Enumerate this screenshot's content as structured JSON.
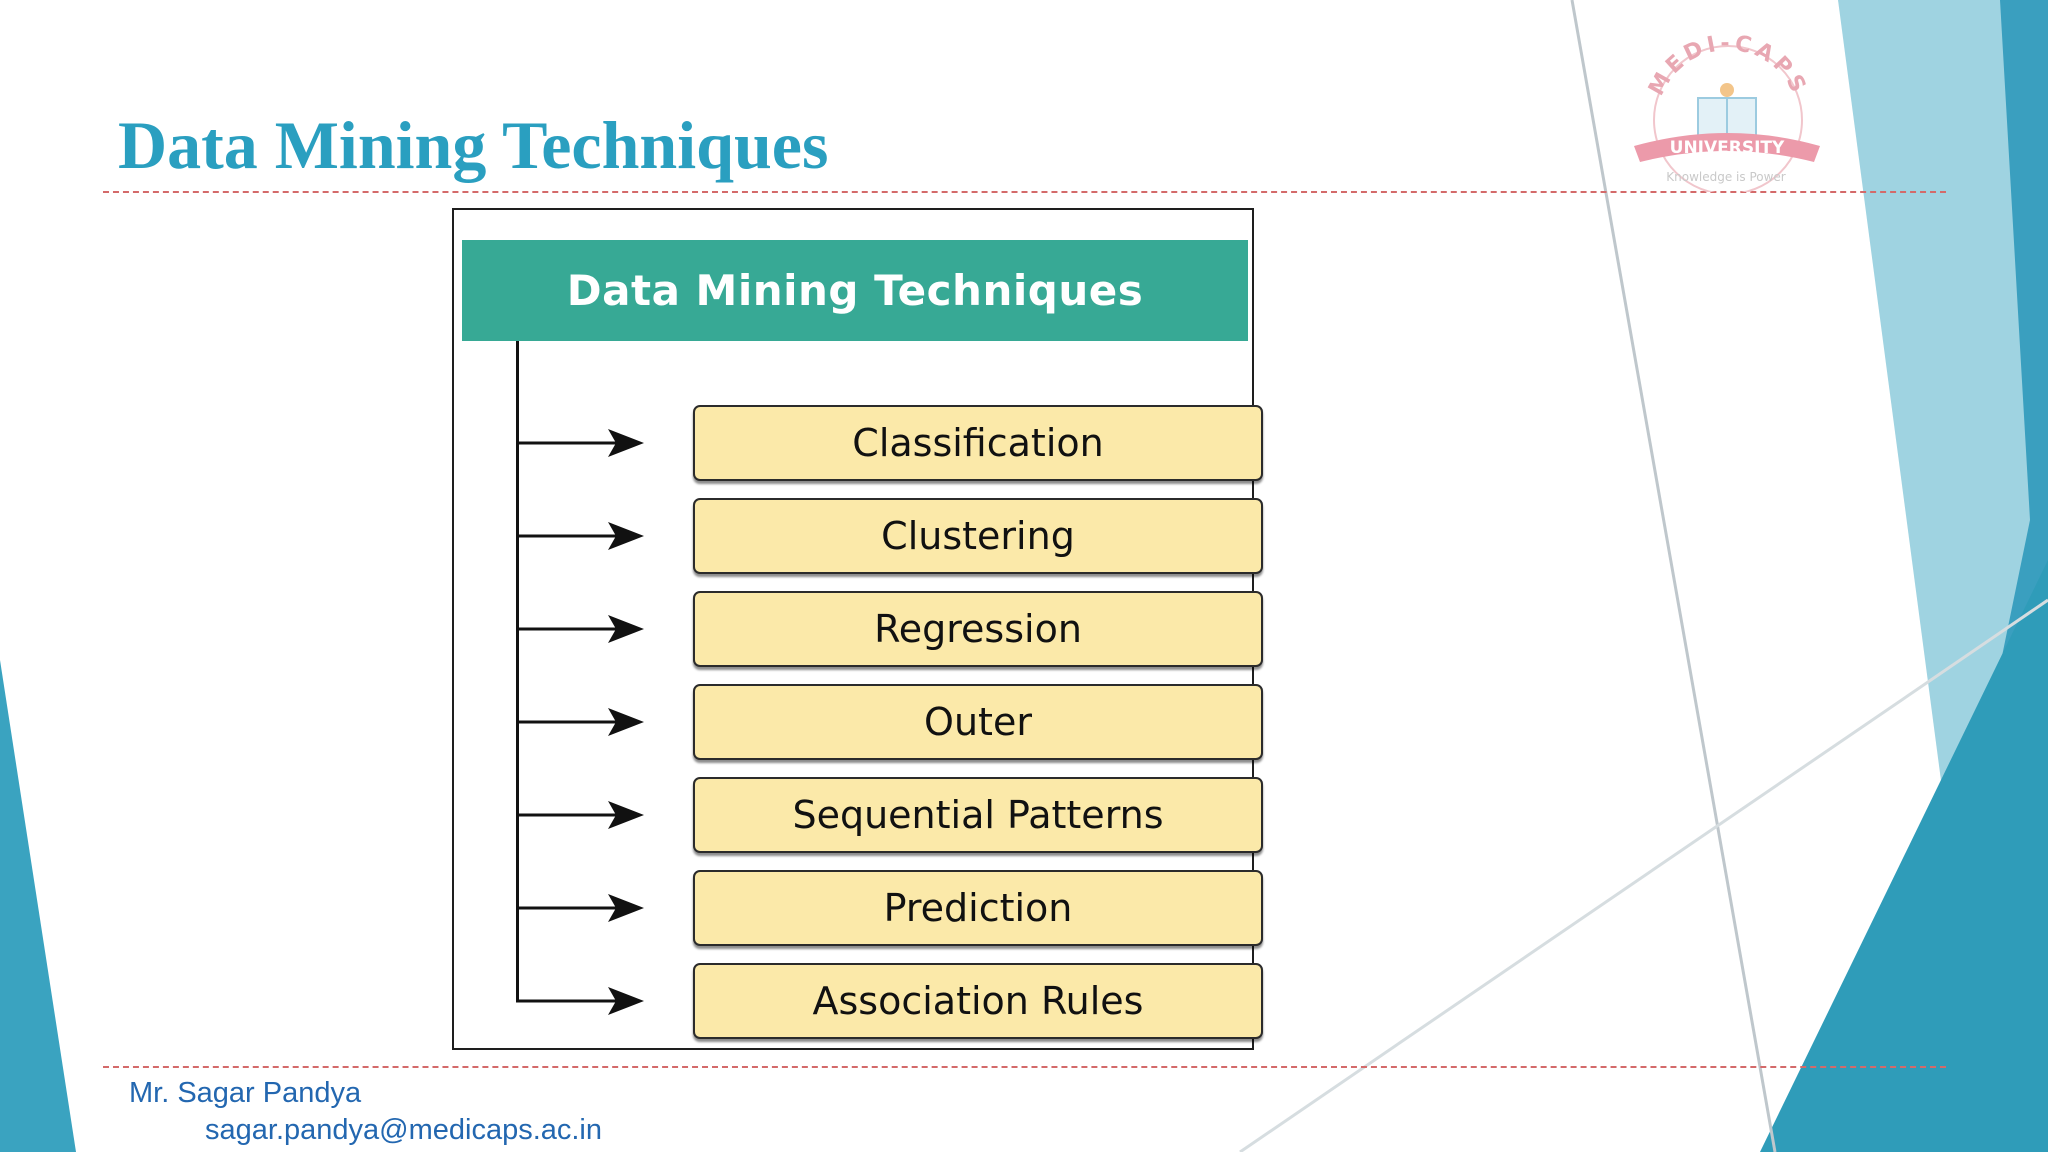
{
  "slide": {
    "title": "Data Mining Techniques"
  },
  "logo": {
    "top_text": "MEDI-CAPS",
    "banner_text": "UNIVERSITY",
    "tagline": "Knowledge is Power"
  },
  "diagram": {
    "header": "Data Mining Techniques",
    "techniques": [
      {
        "label": "Classification"
      },
      {
        "label": "Clustering"
      },
      {
        "label": "Regression"
      },
      {
        "label": "Outer"
      },
      {
        "label": "Sequential Patterns"
      },
      {
        "label": "Prediction"
      },
      {
        "label": "Association Rules"
      }
    ]
  },
  "footer": {
    "author": "Mr. Sagar Pandya",
    "email": "sagar.pandya@medicaps.ac.in"
  },
  "colors": {
    "title": "#2a9fc0",
    "header_fill": "#37a995",
    "box_fill": "#fbe9a9",
    "accent_teal": "#3aa3c0",
    "dash_line": "#d46a6a",
    "footer_text": "#2367b0"
  }
}
